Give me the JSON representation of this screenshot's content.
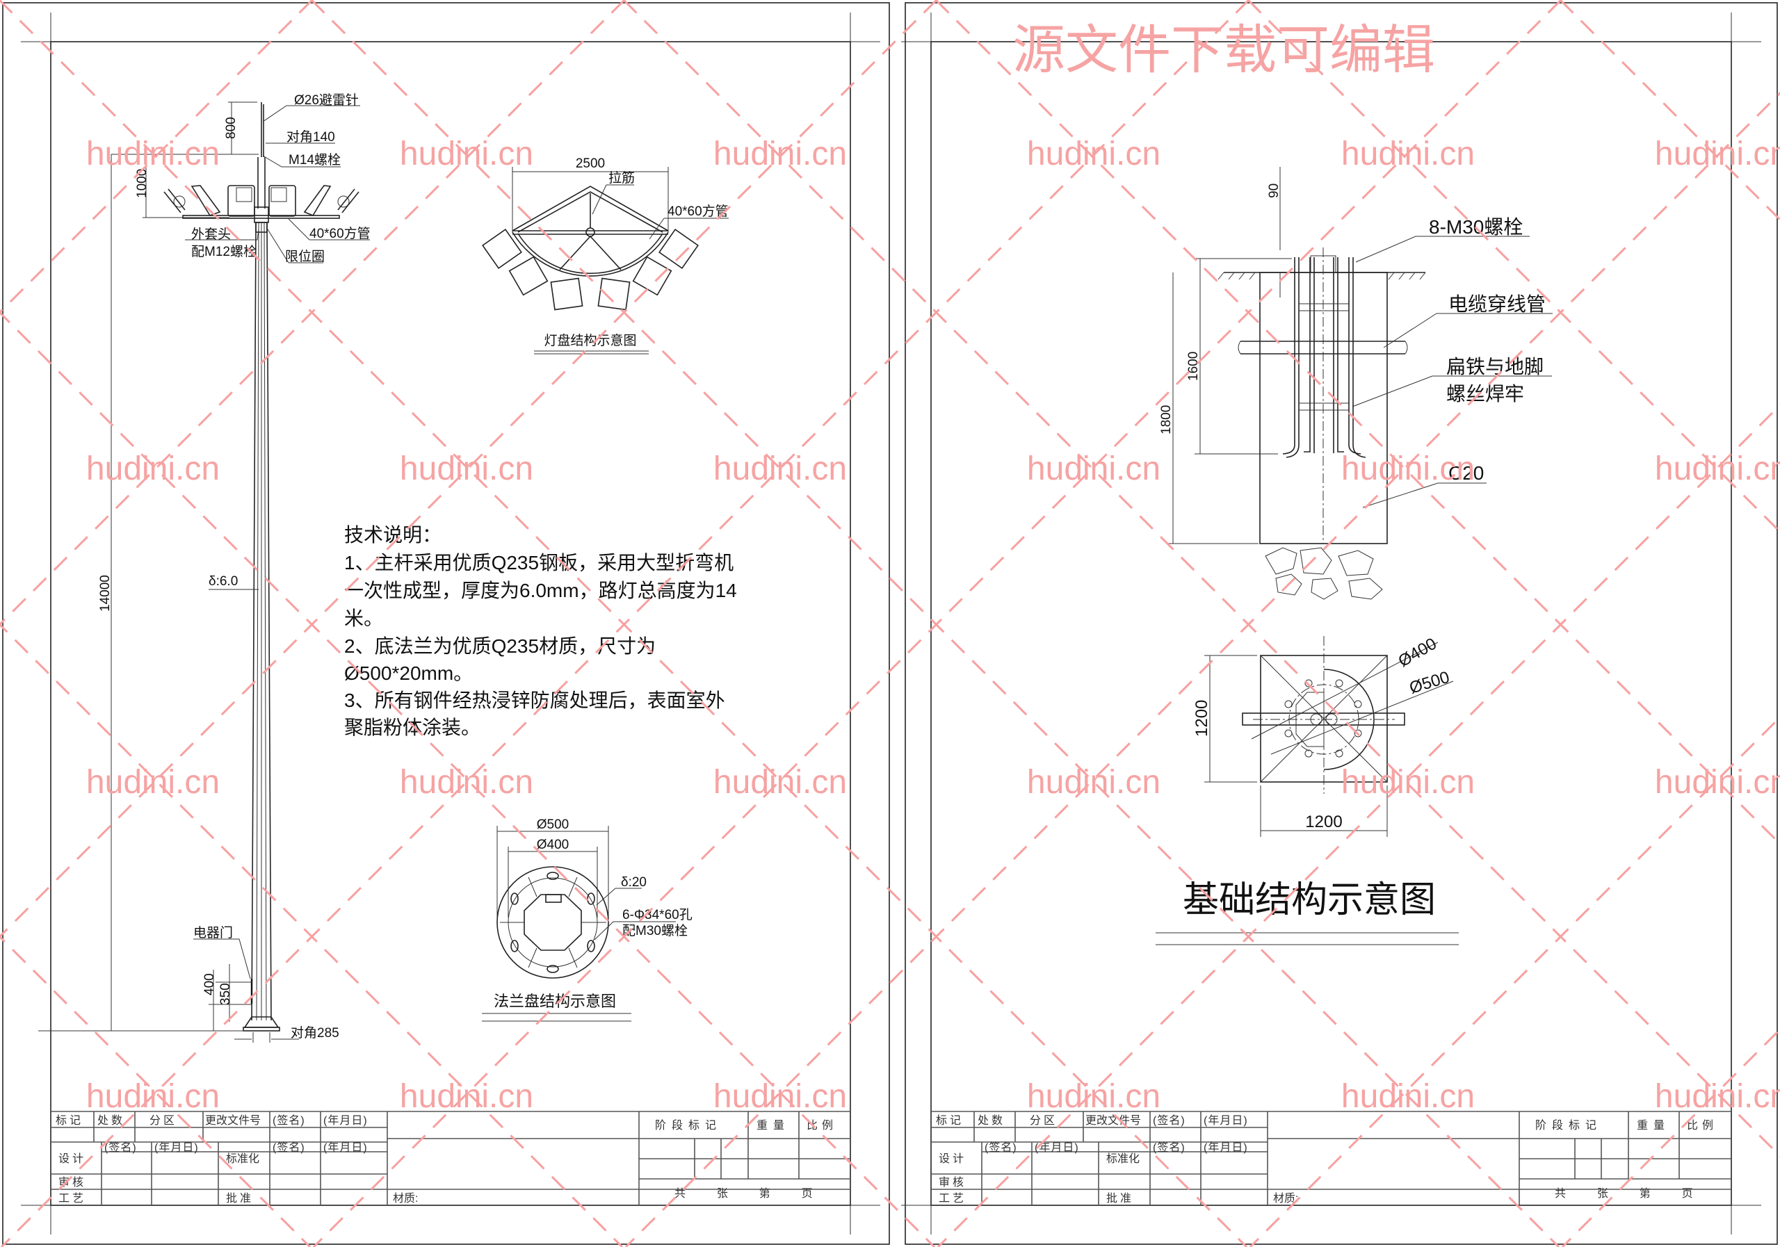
{
  "watermark": {
    "site": "hudini.cn",
    "top_banner": "源文件下载可编辑"
  },
  "pole": {
    "lightning_rod": "Ø26避雷针",
    "diag_140": "对角140",
    "bolt_m14": "M14螺栓",
    "outer_sleeve": "外套头",
    "bolt_m12": "配M12螺栓",
    "square_tube": "40*60方管",
    "limit_ring": "限位圈",
    "thickness": "δ:6.0",
    "door": "电器门",
    "dim_800": "800",
    "dim_1000": "1000",
    "dim_14000": "14000",
    "dim_400": "400",
    "dim_350": "350",
    "diag_285": "对角285"
  },
  "lamp_panel": {
    "dim_2500": "2500",
    "tie_rod": "拉筋",
    "square_tube": "40*60方管",
    "title": "灯盘结构示意图"
  },
  "notes": {
    "heading": "技术说明：",
    "lines": [
      "1、主杆采用优质Q235钢板，采用大型折弯机",
      "一次性成型，厚度为6.0mm，路灯总高度为14",
      "米。",
      "2、底法兰为优质Q235材质，尺寸为",
      "Ø500*20mm。",
      "3、所有钢件经热浸锌防腐处理后，表面室外",
      "聚脂粉体涂装。"
    ]
  },
  "flange": {
    "dia_500": "Ø500",
    "dia_400": "Ø400",
    "thickness": "δ:20",
    "holes": "6-Φ34*60孔",
    "bolts": "配M30螺栓",
    "title": "法兰盘结构示意图"
  },
  "foundation": {
    "dim_90": "90",
    "dim_1600": "1600",
    "dim_1800": "1800",
    "bolts": "8-M30螺栓",
    "cable_pipe": "电缆穿线管",
    "weld_line1": "扁铁与地脚",
    "weld_line2": "螺丝焊牢",
    "concrete": "C20",
    "dia_400": "Ø400",
    "dia_500": "Ø500",
    "dim_1200_v": "1200",
    "dim_1200_h": "1200",
    "title": "基础结构示意图"
  },
  "title_block": {
    "mark": "标记",
    "count": "处数",
    "zone": "分区",
    "change_doc": "更改文件号",
    "sign": "(签名)",
    "date": "(年月日)",
    "design": "设计",
    "standardize": "标准化",
    "review": "审核",
    "process": "工艺",
    "approve": "批准",
    "material": "材质:",
    "stage_mark": "阶段标记",
    "weight": "重量",
    "scale": "比例",
    "sheets": "共  张  第  页"
  },
  "colors": {
    "watermark": "#f6a3a3",
    "line": "#222222"
  }
}
